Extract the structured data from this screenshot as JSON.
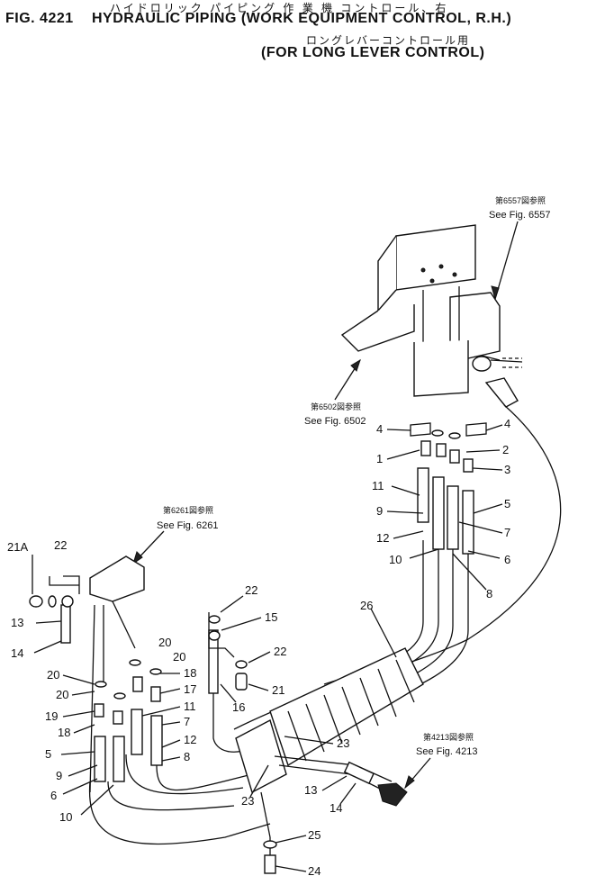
{
  "header": {
    "fig_number": "FIG. 4221",
    "title_jp": "ハイドロリック パイピング 作 業 機 コントロール、右",
    "title_en": "HYDRAULIC PIPING (WORK EQUIPMENT CONTROL, R.H.)",
    "subtitle_jp": "ロングレバーコントロール用",
    "subtitle_en": "(FOR LONG LEVER CONTROL)"
  },
  "references": [
    {
      "jp": "第6557図参照",
      "en": "See Fig. 6557"
    },
    {
      "jp": "第6502図参照",
      "en": "See Fig. 6502"
    },
    {
      "jp": "第6261図参照",
      "en": "See Fig. 6261"
    },
    {
      "jp": "第4213図参照",
      "en": "See Fig. 4213"
    }
  ],
  "callouts": {
    "r4a": "4",
    "r4b": "4",
    "r1": "1",
    "r2": "2",
    "r3": "3",
    "r11": "11",
    "r5": "5",
    "r9": "9",
    "r7": "7",
    "r12": "12",
    "r6": "6",
    "r10": "10",
    "r8": "8",
    "r26": "26",
    "l21a": "21A",
    "l22": "22",
    "l13": "13",
    "l14": "14",
    "l20a": "20",
    "l20b": "20",
    "l20c": "20",
    "l20d": "20",
    "l18a": "18",
    "l17": "17",
    "l19": "19",
    "l18b": "18",
    "l11": "11",
    "l7": "7",
    "l5": "5",
    "l12": "12",
    "l9": "9",
    "l8": "8",
    "l6": "6",
    "l10": "10",
    "c22a": "22",
    "c15": "15",
    "c22b": "22",
    "c21": "21",
    "c16": "16",
    "b23a": "23",
    "b23b": "23",
    "b13": "13",
    "b14": "14",
    "b25": "25",
    "b24": "24"
  }
}
